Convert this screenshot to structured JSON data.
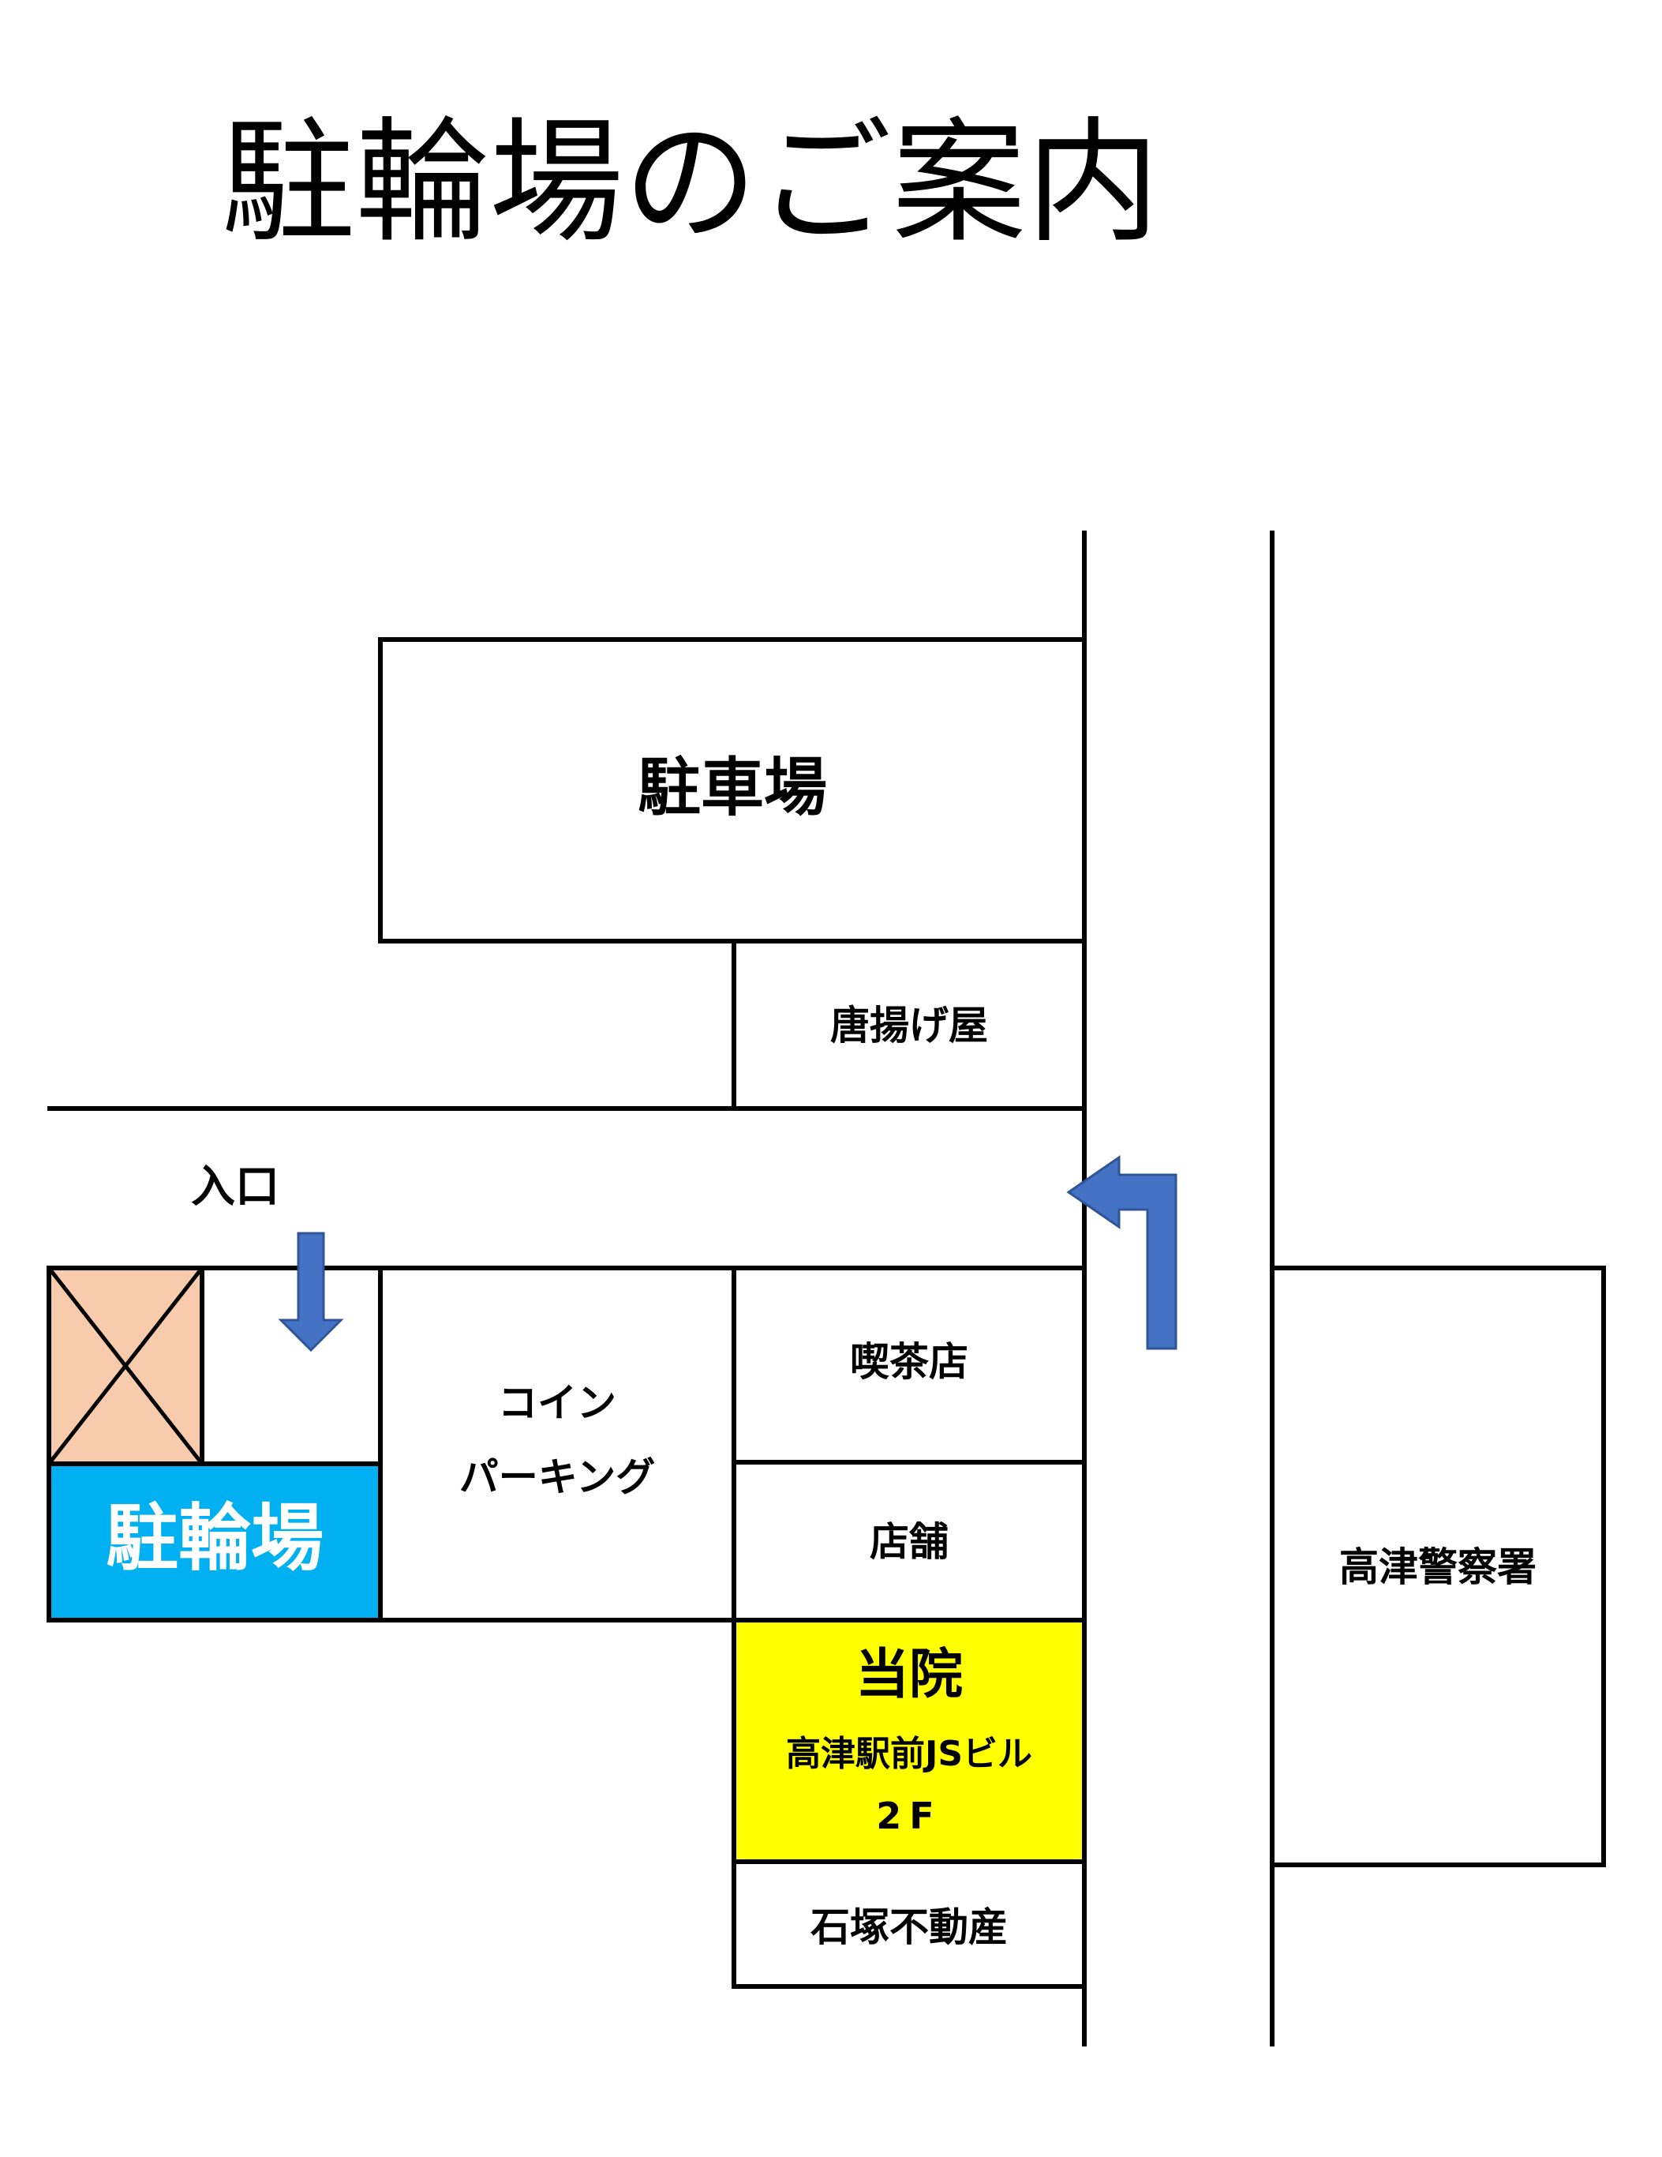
{
  "title": "駐輪場のご案内",
  "labels": {
    "parking_lot": "駐車場",
    "karaage": "唐揚げ屋",
    "entrance": "入口",
    "bicycle_parking": "駐輪場",
    "coin_parking_line1": "コイン",
    "coin_parking_line2": "パーキング",
    "cafe": "喫茶店",
    "shop": "店舗",
    "clinic": "当院",
    "clinic_building": "高津駅前JSビル",
    "clinic_floor": "2F",
    "real_estate": "石塚不動産",
    "police": "高津警察署"
  },
  "colors": {
    "bicycle_parking": "#00B0F0",
    "clinic": "#FFFF00",
    "closed_area": "#F8CBAD",
    "arrow": "#4472C4"
  },
  "icons": {
    "closed_area": "x-mark-icon",
    "entrance_arrow": "arrow-down-icon",
    "route_arrow": "turn-left-arrow-icon"
  }
}
